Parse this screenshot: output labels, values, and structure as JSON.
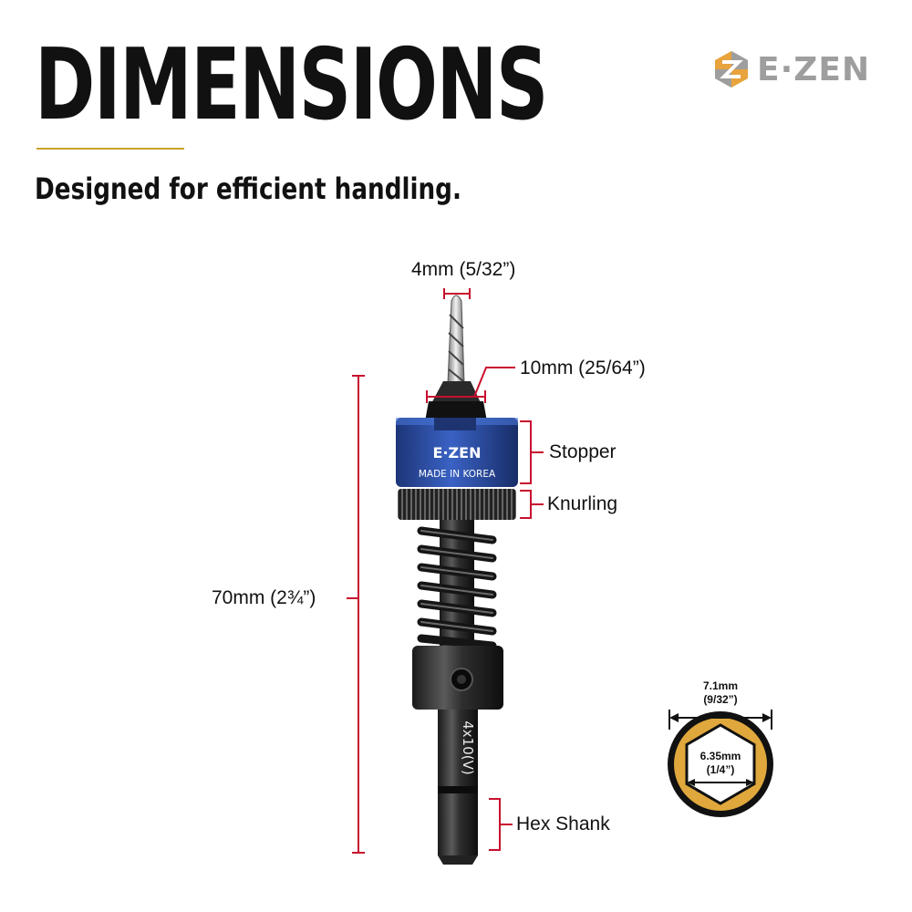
{
  "header": {
    "title": "DIMENSIONS",
    "subtitle": "Designed for efficient handling."
  },
  "brand": {
    "name": "E·ZEN",
    "collar_brand": "E·ZEN",
    "collar_text": "MADE IN KOREA",
    "shank_marking": "4x10(V)"
  },
  "dimensions": {
    "tip_diameter": "4mm (5/32”)",
    "countersink_diameter": "10mm (25/64”)",
    "total_length": "70mm (2¾”)",
    "stopper": "Stopper",
    "knurling": "Knurling",
    "hex_shank": "Hex Shank"
  },
  "hex_diagram": {
    "outer_line1": "7.1mm",
    "outer_line2": "(9/32”)",
    "inner_line1": "6.35mm",
    "inner_line2": "(1/4”)"
  },
  "colors": {
    "accent_gold": "#c9a227",
    "dimension_red": "#c8102e",
    "collar_blue": "#2a4fa8",
    "logo_orange": "#e8a33c",
    "logo_gray": "#9e9e9e"
  }
}
